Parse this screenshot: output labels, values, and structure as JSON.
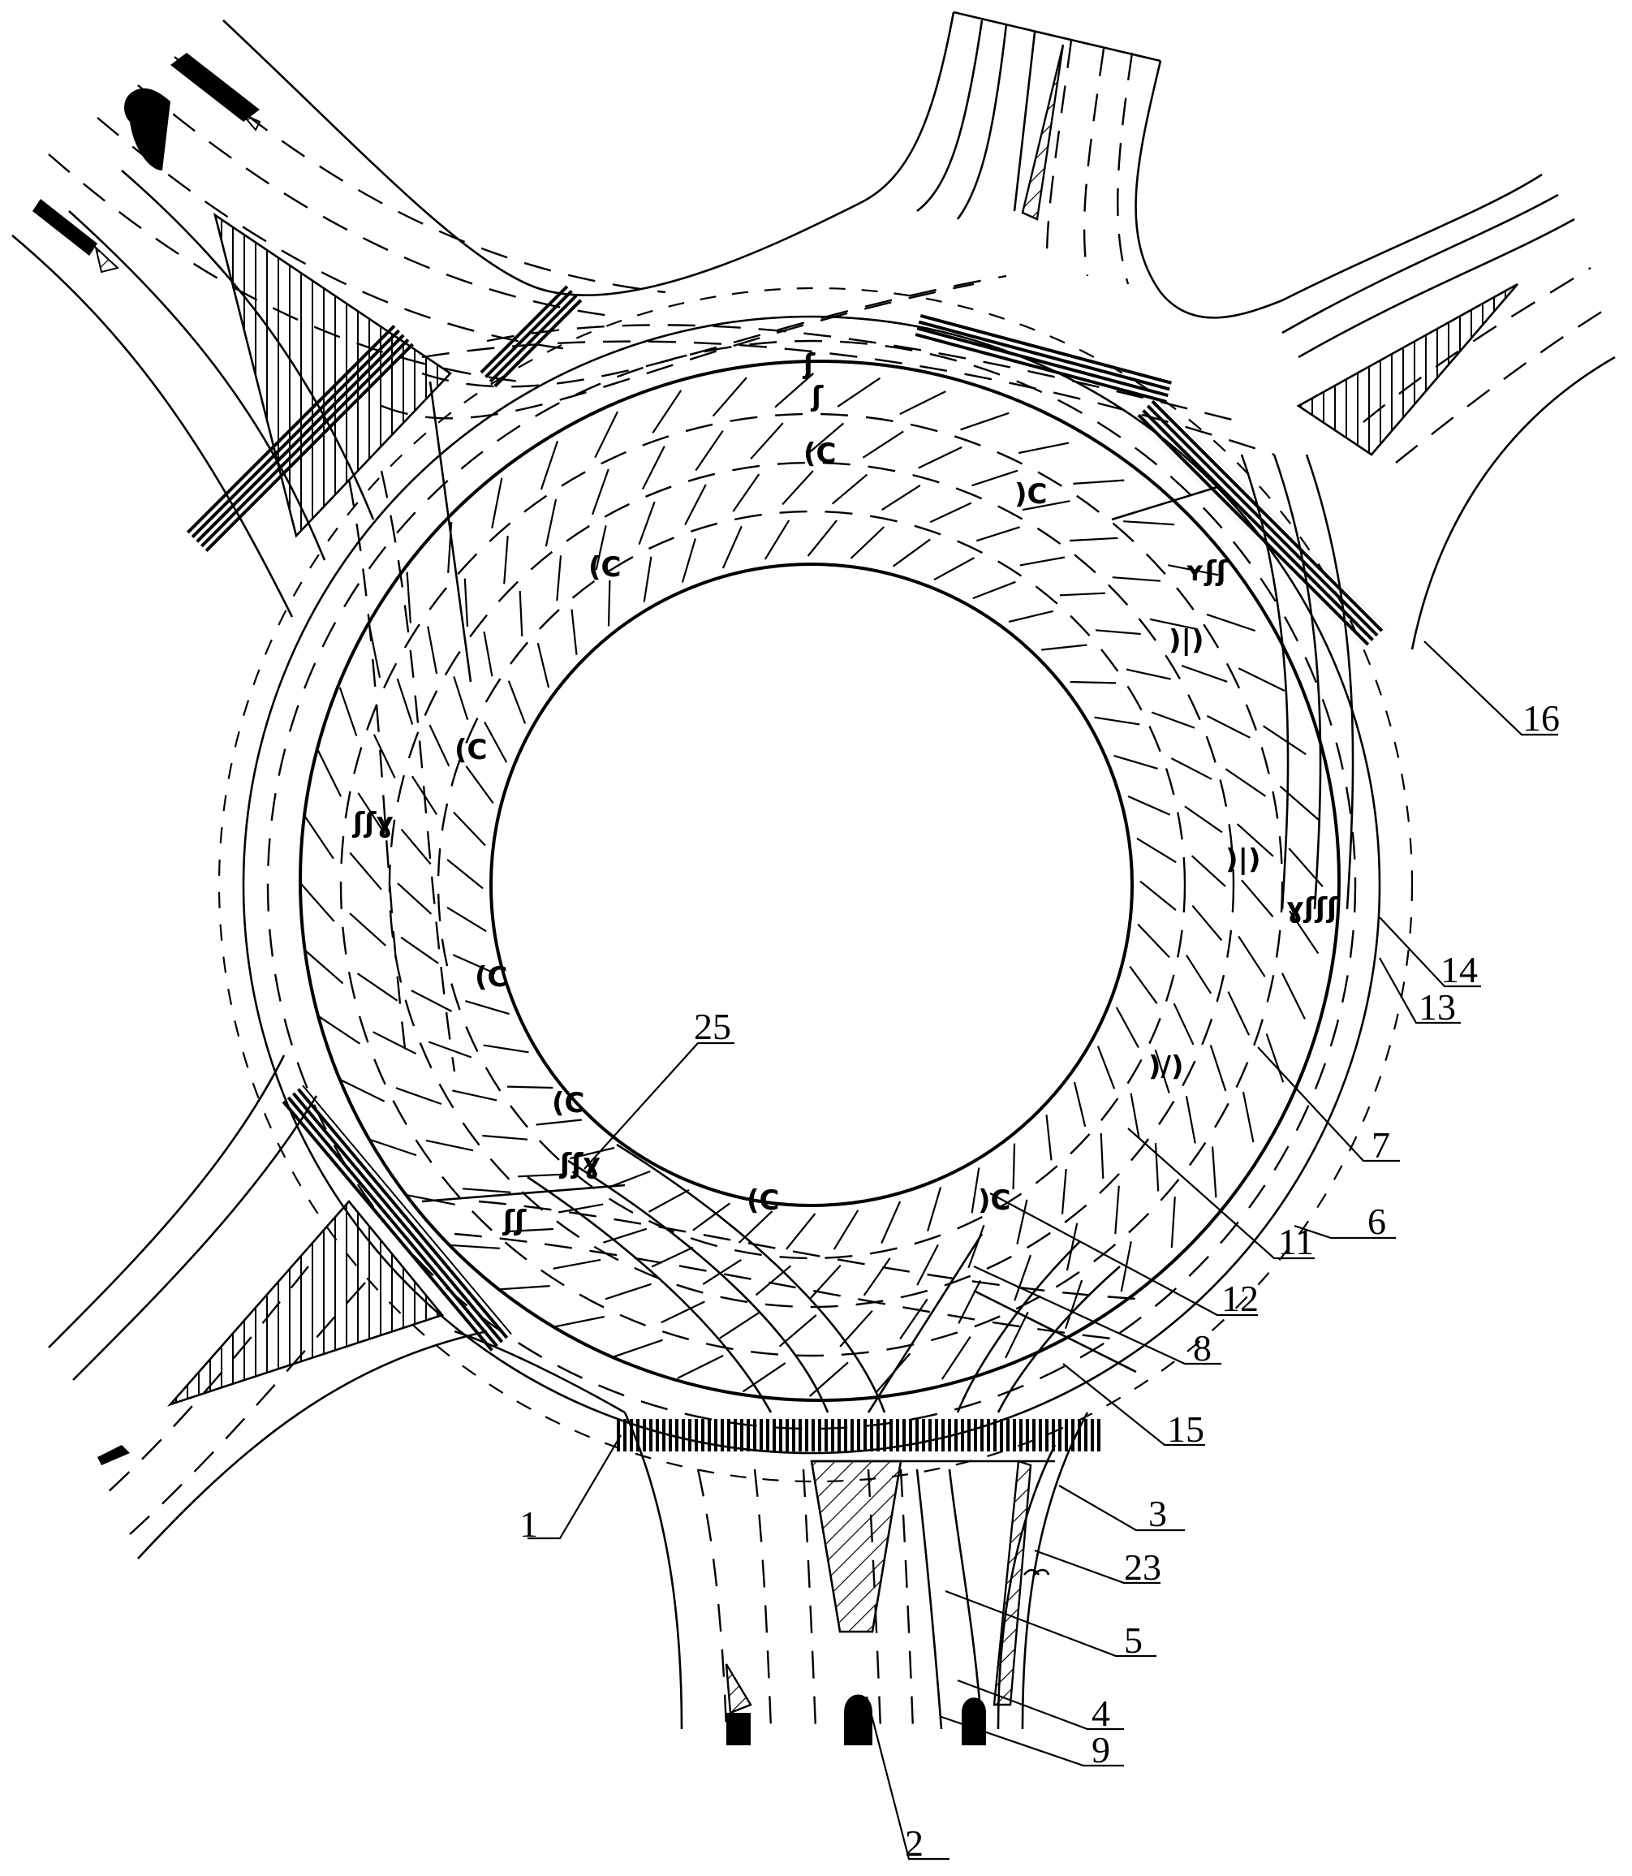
{
  "figure": {
    "labels": [
      {
        "id": "1",
        "text": "1"
      },
      {
        "id": "2",
        "text": "2"
      },
      {
        "id": "3",
        "text": "3"
      },
      {
        "id": "4",
        "text": "4"
      },
      {
        "id": "5",
        "text": "5"
      },
      {
        "id": "6",
        "text": "6"
      },
      {
        "id": "7",
        "text": "7"
      },
      {
        "id": "8",
        "text": "8"
      },
      {
        "id": "9",
        "text": "9"
      },
      {
        "id": "11",
        "text": "11"
      },
      {
        "id": "12",
        "text": "12"
      },
      {
        "id": "13",
        "text": "13"
      },
      {
        "id": "14",
        "text": "14"
      },
      {
        "id": "15",
        "text": "15"
      },
      {
        "id": "16",
        "text": "16"
      },
      {
        "id": "23",
        "text": "23"
      },
      {
        "id": "25",
        "text": "25"
      }
    ]
  }
}
